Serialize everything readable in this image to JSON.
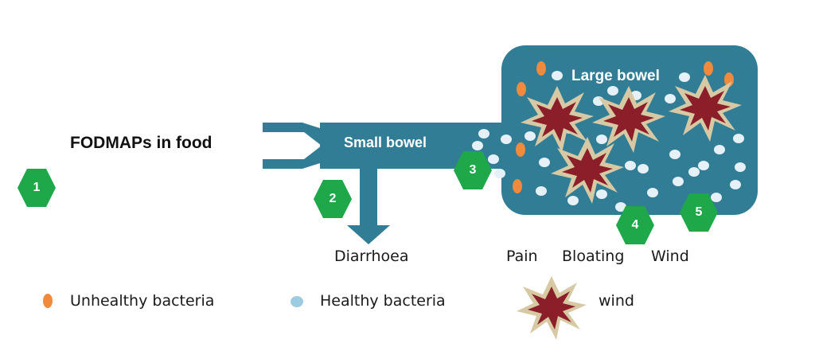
{
  "diagram": {
    "food_label": "FODMAPs in food",
    "small_bowel_label": "Small bowel",
    "large_bowel_label": "Large bowel",
    "steps": [
      "1",
      "2",
      "3",
      "4",
      "5"
    ],
    "symptoms": {
      "diarrhoea": "Diarrhoea",
      "pain": "Pain",
      "bloating": "Bloating",
      "wind": "Wind"
    },
    "legend": {
      "unhealthy": "Unhealthy bacteria",
      "healthy": "Healthy bacteria",
      "wind": "wind"
    },
    "colors": {
      "bowel": "#327d96",
      "step_hexagon": "#1fa84a",
      "unhealthy_bacteria": "#f08a3c",
      "healthy_bacteria": "#e6f1f7",
      "legend_healthy": "#9dcbe0",
      "wind_burst_outer": "#d6c9a3",
      "wind_burst_inner": "#8b1e28"
    }
  }
}
